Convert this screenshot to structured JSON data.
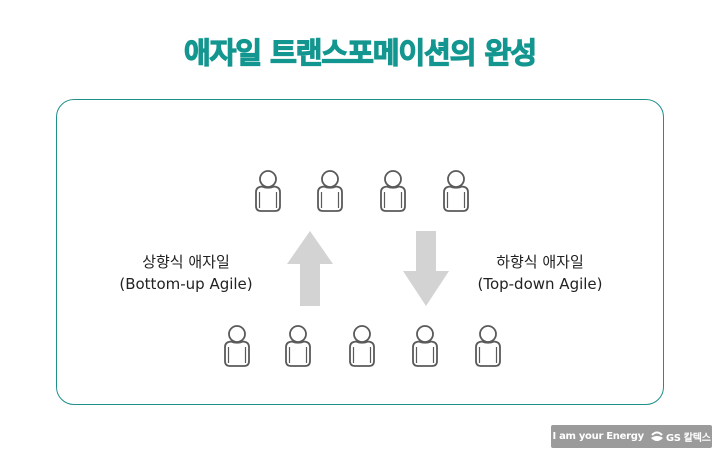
{
  "title": "애자일 트랜스포메이션의 완성",
  "colors": {
    "title": "#13968f",
    "frame_border": "#1f8f8a",
    "arrow": "#d3d3d3",
    "person_stroke": "#5a5a5a",
    "badge_bg": "#9b9b9b"
  },
  "diagram": {
    "top_row": {
      "count": 4,
      "icon": "person-icon"
    },
    "bottom_row": {
      "count": 5,
      "icon": "person-icon"
    },
    "up_arrow": {
      "icon": "arrow-up-icon",
      "meaning": "bottom-up"
    },
    "down_arrow": {
      "icon": "arrow-down-icon",
      "meaning": "top-down"
    },
    "left_label": {
      "line1": "상향식 애자일",
      "line2": "(Bottom-up Agile)"
    },
    "right_label": {
      "line1": "하향식 애자일",
      "line2": "(Top-down Agile)"
    }
  },
  "footer": {
    "slogan": "I am your Energy",
    "brand": "GS 칼텍스"
  }
}
